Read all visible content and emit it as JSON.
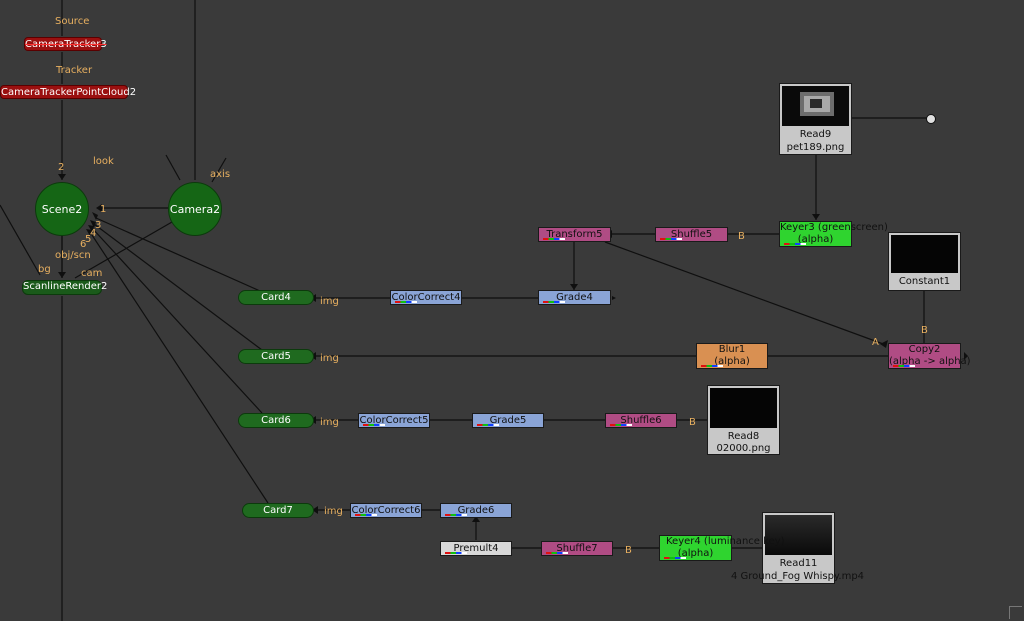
{
  "nodes": {
    "camera_tracker": "CameraTracker3",
    "tracker_point_cloud": "CameraTrackerPointCloud2",
    "scene": "Scene2",
    "camera": "Camera2",
    "scanline_render": "ScanlineRender2",
    "read9": {
      "name": "Read9",
      "file": "pet189.png"
    },
    "keyer3": {
      "name": "Keyer3 (greenscreen)",
      "sub": "(alpha)"
    },
    "shuffle5": "Shuffle5",
    "transform5": "Transform5",
    "grade4": "Grade4",
    "colorcorrect4": "ColorCorrect4",
    "card4": "Card4",
    "constant1": "Constant1",
    "copy2": {
      "name": "Copy2",
      "sub": "(alpha -> alpha)"
    },
    "blur1": {
      "name": "Blur1",
      "sub": "(alpha)"
    },
    "card5": "Card5",
    "read8": {
      "name": "Read8",
      "file": "02000.png"
    },
    "shuffle6": "Shuffle6",
    "grade5": "Grade5",
    "colorcorrect5": "ColorCorrect5",
    "card6": "Card6",
    "read11": {
      "name": "Read11",
      "file": "4 Ground_Fog Whispy.mp4"
    },
    "keyer4": {
      "name": "Keyer4 (luminance key)",
      "sub": "(alpha)"
    },
    "shuffle7": "Shuffle7",
    "premult4": "Premult4",
    "grade6": "Grade6",
    "colorcorrect6": "ColorCorrect6",
    "card7": "Card7"
  },
  "labels": {
    "source": "Source",
    "tracker": "Tracker",
    "look": "look",
    "axis": "axis",
    "obj_scn": "obj/scn",
    "bg": "bg",
    "cam": "cam",
    "img": "img",
    "input_b": "B",
    "input_a": "A",
    "n1": "1",
    "n2": "2",
    "n3": "3",
    "n4": "4",
    "n5": "5",
    "n6": "6"
  },
  "colors": {
    "background": "#3a3a3a",
    "pink_node": "#b04c84",
    "blue_node": "#8aa4d6",
    "keyer_node": "#2fd42f",
    "blur_node": "#d99052",
    "card_node": "#1f6a1f",
    "disabled_node": "#9a1010"
  }
}
